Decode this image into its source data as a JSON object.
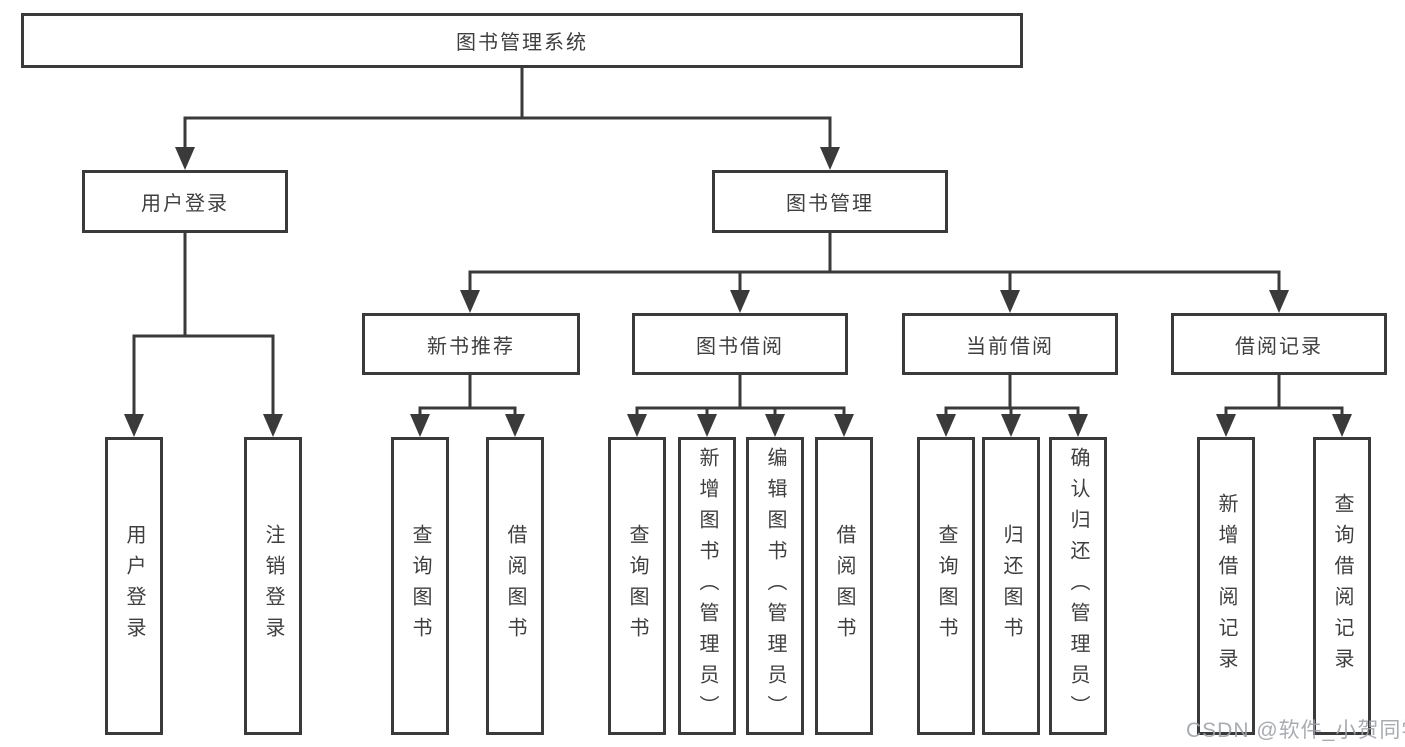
{
  "root": {
    "label": "图书管理系统"
  },
  "branches": {
    "user_login": {
      "label": "用户登录",
      "children": [
        "用户登录",
        "注销登录"
      ]
    },
    "book_mgmt": {
      "label": "图书管理"
    }
  },
  "modules": [
    {
      "label": "新书推荐",
      "children": [
        "查询图书",
        "借阅图书"
      ]
    },
    {
      "label": "图书借阅",
      "children": [
        "查询图书",
        "新增图书（管理员）",
        "编辑图书（管理员）",
        "借阅图书"
      ]
    },
    {
      "label": "当前借阅",
      "children": [
        "查询图书",
        "归还图书",
        "确认归还（管理员）"
      ]
    },
    {
      "label": "借阅记录",
      "children": [
        "新增借阅记录",
        "查询借阅记录"
      ]
    }
  ],
  "watermark": "CSDN @软件_小贺同学",
  "colors": {
    "line": "#3a3a3a",
    "text": "#3f3f3f",
    "watermark": "#9ea3a8"
  }
}
